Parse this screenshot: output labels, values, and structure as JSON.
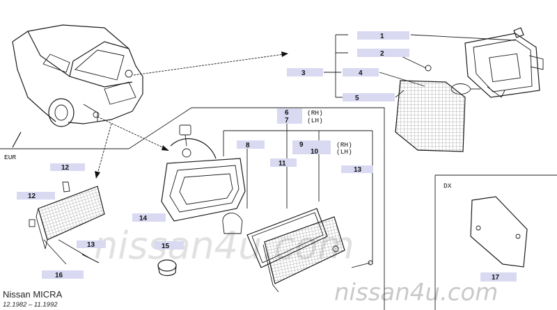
{
  "diagram": {
    "model_name": "Nissan MICRA",
    "date_range": "12.1982 – 11.1992",
    "market_label": "EUR",
    "variant_label": "DX",
    "watermark_center": "nissan4u.com",
    "watermark_brand": "nissan4u.com",
    "side_labels": {
      "rh": "(RH)",
      "lh": "(LH)"
    },
    "callouts": [
      "1",
      "2",
      "3",
      "4",
      "5",
      "6",
      "7",
      "8",
      "9",
      "10",
      "11",
      "12",
      "12",
      "13",
      "13",
      "14",
      "15",
      "16",
      "17"
    ]
  }
}
